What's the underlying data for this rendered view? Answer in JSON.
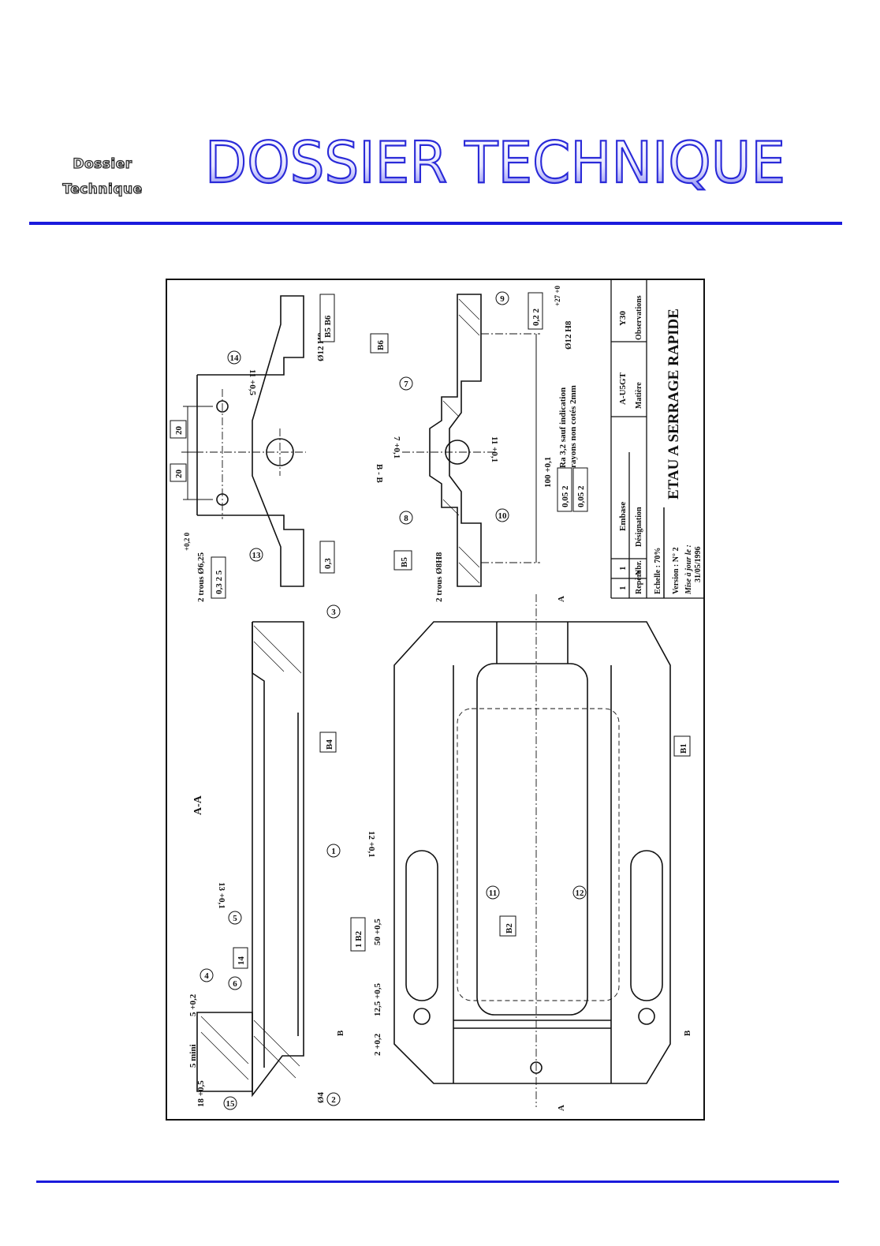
{
  "header": {
    "side_title_line1": "Dossier",
    "side_title_line2": "Technique",
    "main_title": "DOSSIER TECHNIQUE"
  },
  "drawing": {
    "title": "ETAU A SERRAGE RAPIDE",
    "section_aa": "A-A",
    "section_bb": "B - B",
    "table": {
      "row1": {
        "repere": "1",
        "nbr": "1",
        "designation": "Embase",
        "matiere": "A-U5GT",
        "observations": "Y30"
      },
      "headers": {
        "repere": "Repère",
        "nbr": "Nbr.",
        "designation": "Désignation",
        "matiere": "Matière",
        "observations": "Observations"
      },
      "scale": "Echelle : 70%",
      "version": "Version : N° 2",
      "update_label": "Mise à jour le :",
      "update_date": "31/05/1996"
    },
    "notes": {
      "roughness_line1": "Ra 3,2 sauf indication",
      "roughness_line2": "rayons non cotés 2mm",
      "bore": "Ø12 H8",
      "bore_tol": "+27 +0",
      "holes_62": "2 trous Ø6,25",
      "holes_62_tol": "+0,2 0",
      "holes_8": "2 trous Ø8H8"
    },
    "tolerances": {
      "t1": "0,3",
      "t2": "B5 B6",
      "t3": "2",
      "t4": "0,2 2",
      "t5": "0,3 2 5",
      "t6": "1 B2",
      "t7": "0,05 2",
      "t8": "0,05 2"
    },
    "dimensions": {
      "d20a": "20",
      "d20b": "20",
      "d11a": "11 +0,5",
      "d11b": "11 +0,1",
      "d7": "7 +0,1",
      "d100": "100 +0,1",
      "d12": "12 +0,1",
      "d13": "13 +0,1",
      "d14": "14",
      "d50": "50 +0,5",
      "d125": "12,5 +0,5",
      "d2": "2 +0,2",
      "d5": "5 +0,2",
      "d5mini": "5 mini",
      "d18": "18 +0,5",
      "d4": "Ø4"
    },
    "datums": [
      "B1",
      "B2",
      "B4",
      "B5",
      "B6"
    ],
    "markers": [
      "1",
      "2",
      "3",
      "4",
      "5",
      "6",
      "7",
      "8",
      "9",
      "10",
      "11",
      "12",
      "13",
      "14",
      "15"
    ],
    "section_letters": {
      "a": "A",
      "b": "B"
    }
  }
}
